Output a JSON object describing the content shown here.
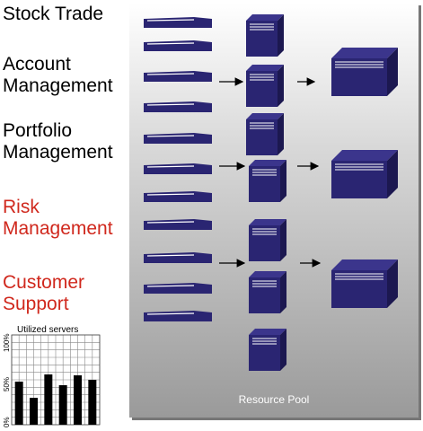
{
  "labels": {
    "stock_trade": "Stock Trade",
    "account_management": "Account\nManagement",
    "portfolio_management": "Portfolio\nManagement",
    "risk_management": "Risk\nManagement",
    "customer_support": "Customer\nSupport"
  },
  "pool": {
    "label": "Resource Pool"
  },
  "colors": {
    "server_fill": "#2a2572",
    "red_label": "#d0281d"
  },
  "chart_data": {
    "type": "bar",
    "title": "Utilized servers",
    "yticks": [
      "100%",
      "50%",
      "0%"
    ],
    "ylim": [
      0,
      100
    ],
    "values": [
      48,
      30,
      56,
      44,
      55,
      50
    ]
  }
}
